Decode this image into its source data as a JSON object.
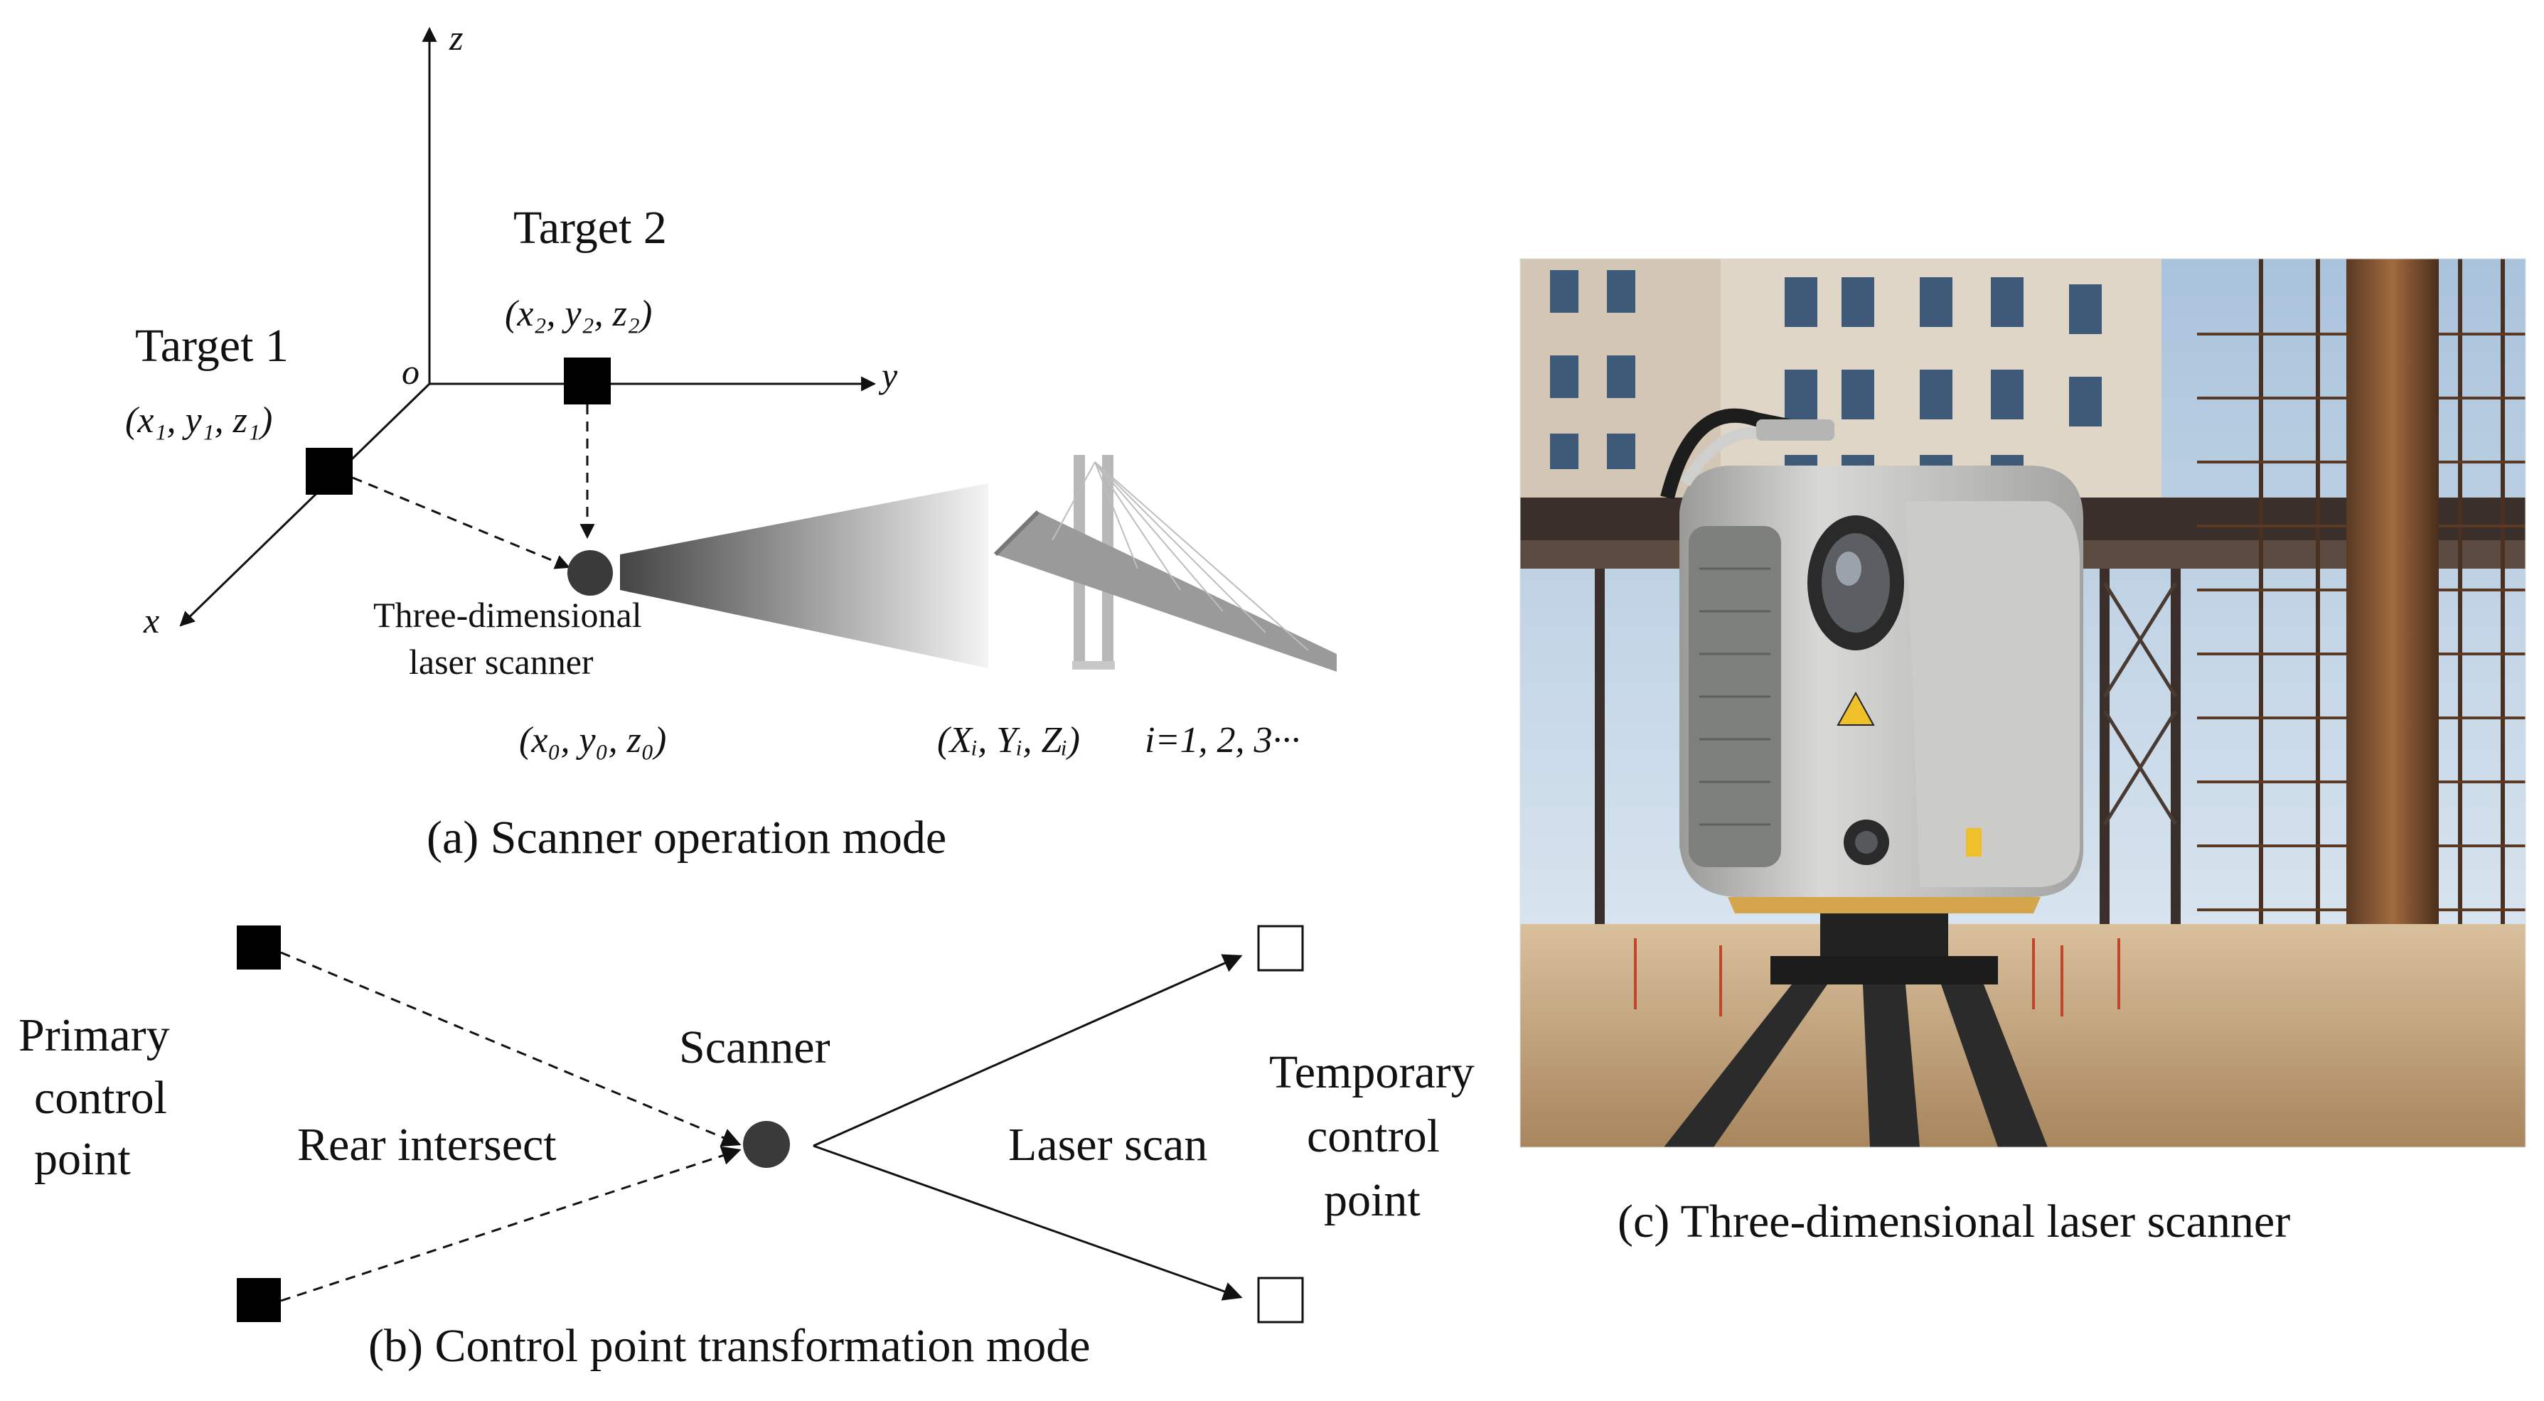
{
  "panel_a": {
    "axis_z": "z",
    "axis_y": "y",
    "axis_x": "x",
    "origin": "o",
    "target2": {
      "label": "Target 2",
      "coords": "(x₂, y₂, z₂)"
    },
    "target1": {
      "label": "Target 1",
      "coords": "(x₁, y₁, z₁)"
    },
    "scanner_line1": "Three-dimensional",
    "scanner_line2": "laser scanner",
    "scanner_coords": "(x₀, y₀, z₀)",
    "object_coords": "(Xᵢ, Yᵢ, Zᵢ)",
    "index_label": "i=1, 2, 3···",
    "caption": "(a) Scanner operation mode"
  },
  "panel_b": {
    "primary_line1": "Primary",
    "primary_line2": "control",
    "primary_line3": "point",
    "rear_intersect": "Rear intersect",
    "scanner": "Scanner",
    "laser_scan": "Laser scan",
    "temporary_line1": "Temporary",
    "temporary_line2": "control",
    "temporary_line3": "point",
    "caption": "(b) Control point transformation mode"
  },
  "panel_c": {
    "caption": "(c) Three-dimensional laser scanner"
  },
  "colors": {
    "sky": "#c9d9e6",
    "building": "#d8ccbc",
    "window": "#3e5a78",
    "steel": "#3a2f2a",
    "rust": "#8a5530",
    "scanner_body": "#c6c7c5",
    "ground": "#cdb493"
  }
}
